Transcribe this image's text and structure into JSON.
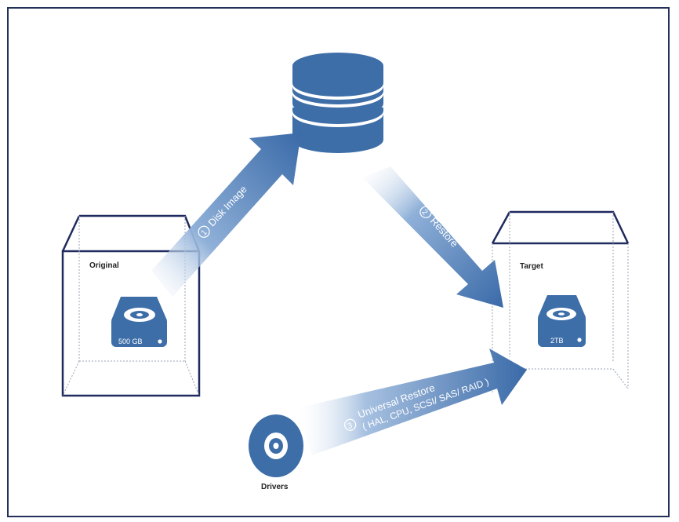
{
  "colors": {
    "primary_blue": "#3e6ea8",
    "dark_blue": "#2a5d96",
    "box_outline": "#1f2a5e",
    "border": "#22305a"
  },
  "database": {
    "icon": "database-icon"
  },
  "boxes": {
    "original": {
      "label": "Original",
      "drive_label": "500 GB",
      "icon": "hard-drive-icon"
    },
    "target": {
      "label": "Target",
      "drive_label": "2TB",
      "icon": "hard-drive-icon"
    }
  },
  "arrows": {
    "disk_image": {
      "number": "1",
      "label": "Disk Image"
    },
    "restore": {
      "number": "2",
      "label": "Restore"
    },
    "universal_restore": {
      "number": "3",
      "label_line1": "Universal Restore",
      "label_line2": "( HAL, CPU, SCSI/ SAS/ RAID )"
    }
  },
  "drivers": {
    "label": "Drivers",
    "icon": "disc-icon"
  }
}
